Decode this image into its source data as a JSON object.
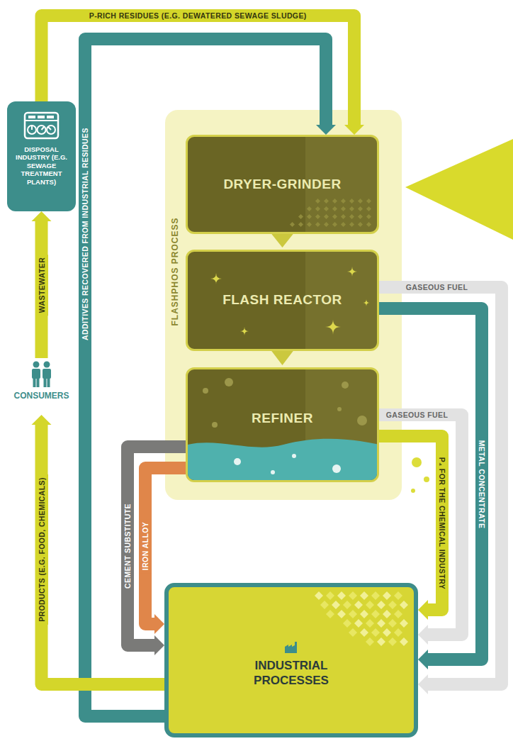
{
  "diagram": {
    "nodes": [
      {
        "text": [
          "DISPOSAL INDUSTRY (E.G. SEWAGE TREATMENT PLANTS)"
        ]
      },
      {
        "text": [
          "CONSUMERS"
        ]
      },
      {
        "text": [
          "FLASHPHOS PROCESS"
        ]
      },
      {
        "text": [
          "DRYER-GRINDER"
        ],
        "in": 2
      },
      {
        "text": [
          "FLASH REACTOR"
        ],
        "in": 2
      },
      {
        "text": [
          "REFINER"
        ],
        "in": 2
      },
      {
        "text": [
          "INDUSTRIAL PROCESSES"
        ]
      }
    ],
    "edges": [
      {
        "from": 0,
        "to": 3,
        "label": "P-RICH RESIDUES (E.G. DEWATERED SEWAGE SLUDGE)",
        "arrow": "to"
      },
      {
        "from": 6,
        "to": 3,
        "label": "ADDITIVES RECOVERED FROM INDUSTRIAL RESIDUES",
        "arrow": "to"
      },
      {
        "from": 3,
        "to": 4,
        "arrow": "to"
      },
      {
        "from": 4,
        "to": 5,
        "arrow": "to"
      },
      {
        "from": 4,
        "to": 6,
        "label": "GASEOUS FUEL",
        "arrow": "to"
      },
      {
        "from": 4,
        "to": 6,
        "label": "METAL CONCENTRATE",
        "arrow": "to"
      },
      {
        "from": 5,
        "to": 6,
        "label": "GASEOUS FUEL",
        "arrow": "to"
      },
      {
        "from": 5,
        "to": 6,
        "label": "P₄ FOR THE CHEMICAL INDUSTRY",
        "arrow": "to"
      },
      {
        "from": 5,
        "to": 6,
        "label": "CEMENT SUBSTITUTE",
        "arrow": "to"
      },
      {
        "from": 5,
        "to": 6,
        "label": "IRON ALLOY",
        "arrow": "to"
      },
      {
        "from": 6,
        "to": 1,
        "label": "PRODUCTS (E.G. FOOD, CHEMICALS)",
        "arrow": "to"
      },
      {
        "from": 1,
        "to": 0,
        "label": "WASTEWATER",
        "arrow": "to"
      }
    ]
  }
}
